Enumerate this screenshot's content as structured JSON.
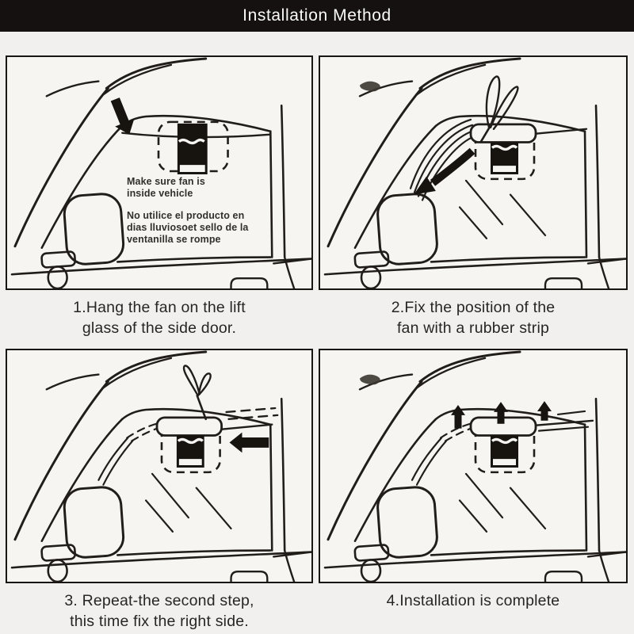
{
  "header": {
    "title": "Installation Method"
  },
  "colors": {
    "header_bg": "#141110",
    "page_bg": "#f1f0ee",
    "panel_bg": "#f6f5f2",
    "ink": "#211d19",
    "caption_text": "#262626"
  },
  "panels": [
    {
      "id": "1",
      "caption_line1": "1.Hang the fan on the lift",
      "caption_line2": "glass of the side door.",
      "note1_line1": "Make sure fan is",
      "note1_line2": "inside vehicle",
      "note2_line1": "No utilice el producto en",
      "note2_line2": "dias lluviosoet sello de la",
      "note2_line3": "ventanilla se rompe",
      "icons": [
        "down-arrow-icon",
        "fan-unit",
        "dashed-position-guide",
        "car-door-window"
      ]
    },
    {
      "id": "2",
      "caption_line1": "2.Fix the position of the",
      "caption_line2": "fan with a rubber strip",
      "icons": [
        "curved-down-left-arrow-icon",
        "rubber-strip-bow",
        "fan-unit",
        "car-door-window"
      ]
    },
    {
      "id": "3",
      "caption_line1": "3. Repeat-the second step,",
      "caption_line2": "this time fix the right side.",
      "icons": [
        "left-arrow-icon",
        "rubber-strip-bow",
        "fan-unit",
        "car-door-window"
      ]
    },
    {
      "id": "4",
      "caption_line1": "4.Installation is complete",
      "caption_line2": "",
      "icons": [
        "up-arrow-icon",
        "up-arrow-icon",
        "up-arrow-icon",
        "fan-unit",
        "car-door-window"
      ]
    }
  ]
}
